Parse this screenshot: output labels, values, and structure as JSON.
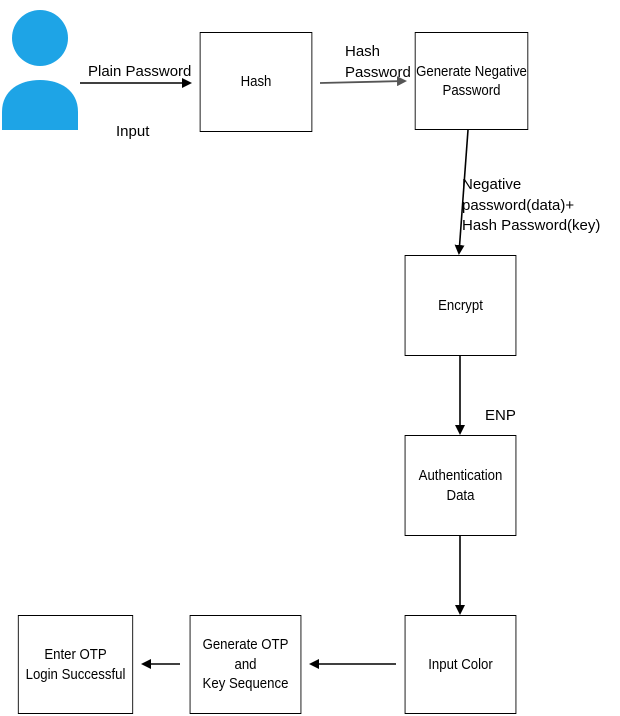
{
  "colors": {
    "user_icon": "#1EA4E6",
    "stroke": "#000000",
    "arrow_gray": "#555555"
  },
  "icons": {
    "user": "user-icon"
  },
  "nodes": {
    "hash": "Hash",
    "generate_negative": "Generate Negative\nPassword",
    "encrypt": "Encrypt",
    "authentication_data": "Authentication\nData",
    "input_color": "Input Color",
    "generate_otp": "Generate OTP and\nKey Sequence",
    "enter_otp": "Enter OTP\nLogin Successful"
  },
  "edge_labels": {
    "plain_password": "Plain Password",
    "input": "Input",
    "hash_password": "Hash\nPassword",
    "negative_plus_hash": "Negative password(data)+\nHash Password(key)",
    "enp": "ENP"
  }
}
